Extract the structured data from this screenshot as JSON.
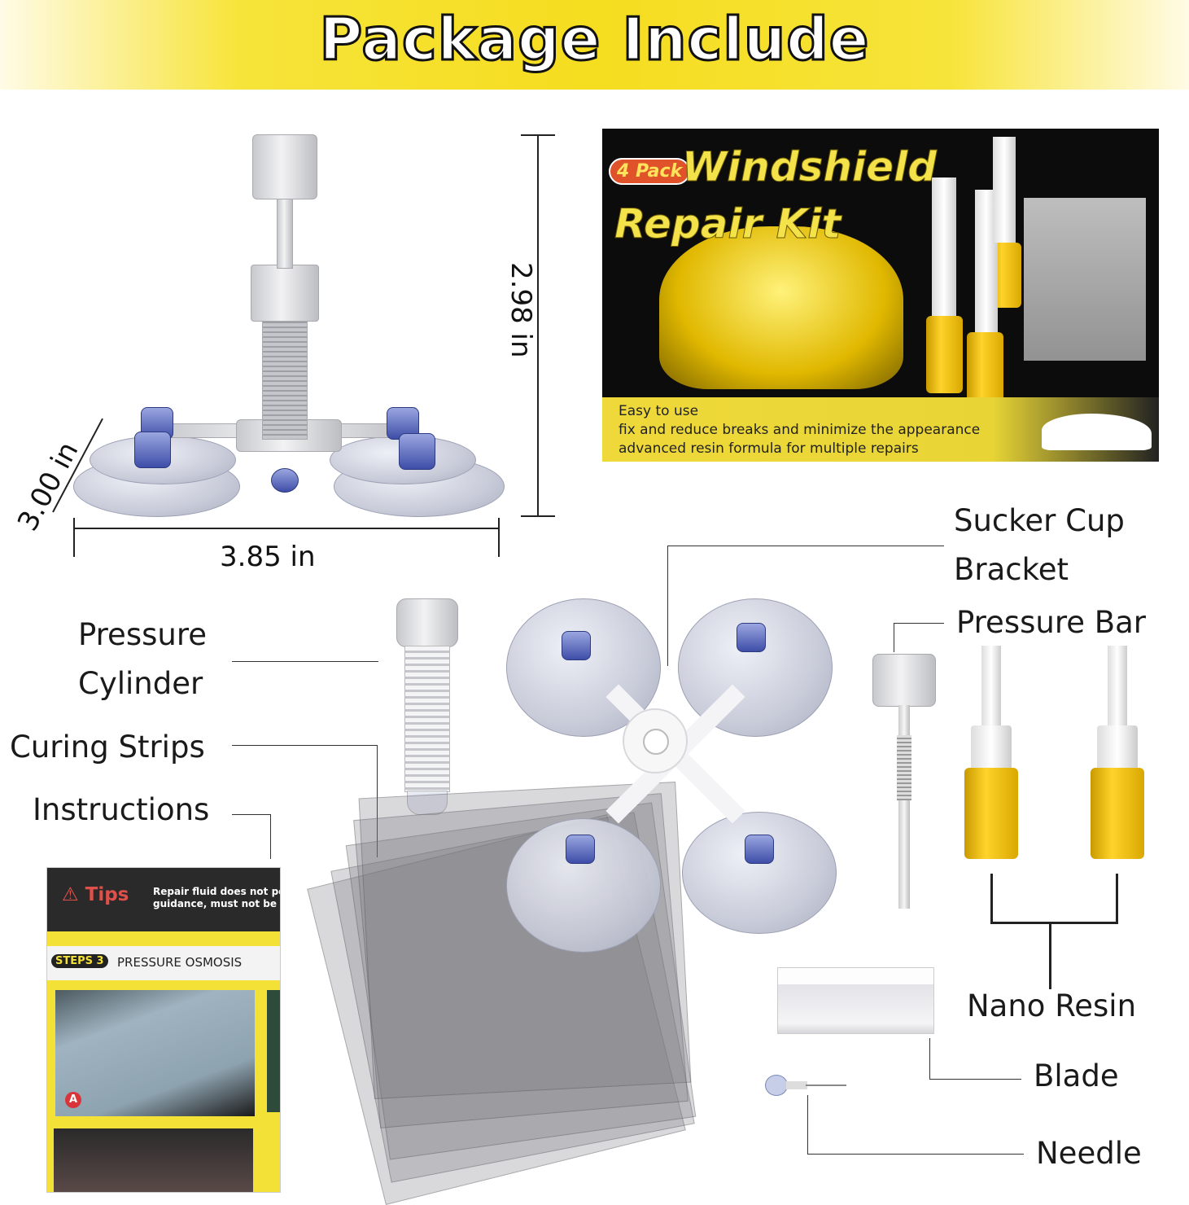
{
  "header": {
    "title": "Package Include"
  },
  "dimensions": {
    "height": "2.98 in",
    "depth": "3.00 in",
    "width": "3.85 in"
  },
  "box": {
    "badge": "4 Pack",
    "title_line1": "Windshield",
    "title_line2": "Repair Kit",
    "features": [
      "Easy to use",
      "fix and reduce breaks and minimize the appearance",
      "advanced resin formula for multiple repairs"
    ]
  },
  "labels": {
    "sucker_cup_1": "Sucker Cup",
    "sucker_cup_2": "Bracket",
    "pressure_bar": "Pressure Bar",
    "pressure_cylinder_1": "Pressure",
    "pressure_cylinder_2": "Cylinder",
    "curing_strips": "Curing Strips",
    "instructions": "Instructions",
    "nano_resin": "Nano Resin",
    "blade": "Blade",
    "needle": "Needle"
  },
  "booklet": {
    "tips": "⚠ Tips",
    "tips_text_1": "Repair fluid does not pene",
    "tips_text_2": "guidance, must not be cu",
    "step_badge": "STEPS 3",
    "step_title": "PRESSURE OSMOSIS",
    "marker": "A"
  },
  "colors": {
    "banner": "#f5dd1f",
    "box_bg": "#0c0c0c",
    "box_accent": "#f4e24a",
    "resin": "#ffd32a"
  }
}
